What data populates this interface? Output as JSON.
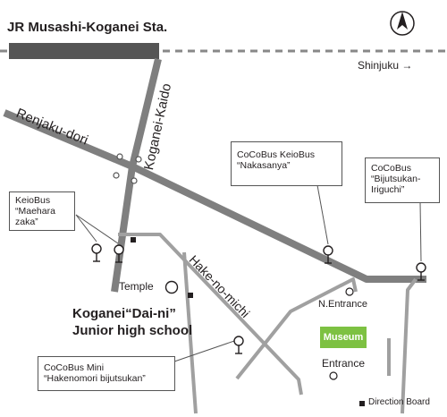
{
  "station": {
    "name": "JR Musashi-Koganei Sta."
  },
  "directions": {
    "shinjuku": "Shinjuku →"
  },
  "roads": {
    "renjaku": "Renjaku-dori",
    "koganei_kaido": "Koganei-Kaido",
    "hake_no_michi": "Hake-no-michi"
  },
  "places": {
    "temple": "Temple",
    "school_line1": "Koganei“Dai-ni”",
    "school_line2": "Junior high school",
    "museum": "Museum",
    "north_entrance": "N.Entrance",
    "entrance": "Entrance"
  },
  "bus_stops": {
    "maeharazaka": {
      "line1": "KeioBus",
      "line2": "“Maehara",
      "line3": "zaka”"
    },
    "nakasanya": {
      "line1": "CoCoBus  KeioBus",
      "line2": "“Nakasanya”"
    },
    "bijutsukan_iriguchi": {
      "line1": "CoCoBus",
      "line2": "“Bijutsukan-",
      "line3": "Iriguchi”"
    },
    "hakenomori": {
      "line1": "CoCoBus Mini",
      "line2": "“Hakenomori bijutsukan”"
    }
  },
  "legend": {
    "direction_board": "Direction Board"
  },
  "colors": {
    "road": "#7f7f7f",
    "rail": "#888888",
    "station_block": "#555555",
    "museum": "#7dc142",
    "text": "#231f20"
  },
  "icons": {
    "north_arrow": "north-arrow-icon",
    "bus_stop": "bus-stop-icon",
    "direction_board": "direction-board-icon"
  }
}
